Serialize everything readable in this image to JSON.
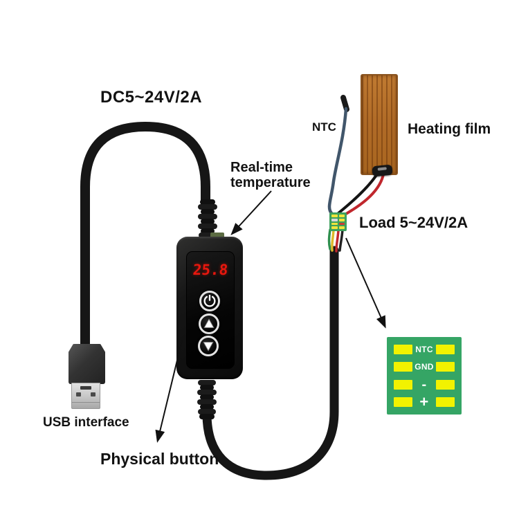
{
  "annotations": {
    "power_spec": "DC5~24V/2A",
    "ntc": "NTC",
    "heating_film": "Heating film",
    "realtime_line1": "Real-time",
    "realtime_line2": "temperature",
    "load_spec": "Load 5~24V/2A",
    "usb_interface": "USB interface",
    "physical_button": "Physical button"
  },
  "controller": {
    "display_value": "25.8",
    "display_color": "#e8170e",
    "buttons": [
      {
        "icon": "power-icon"
      },
      {
        "icon": "up-arrow-icon"
      },
      {
        "icon": "down-arrow-icon"
      }
    ]
  },
  "load_pcb": {
    "pin_labels": [
      "NTC",
      "GND",
      "-",
      "+"
    ],
    "board_color": "#35a565",
    "pad_color": "#f2f200",
    "label_color": "#ffffff"
  },
  "colors": {
    "cable": "#161616",
    "heating_film": "#b06b27",
    "ntc_wire": "#41566b",
    "positive_wire": "#c0272d",
    "negative_wire": "#141414",
    "junction_pcb": "#3da05c"
  }
}
